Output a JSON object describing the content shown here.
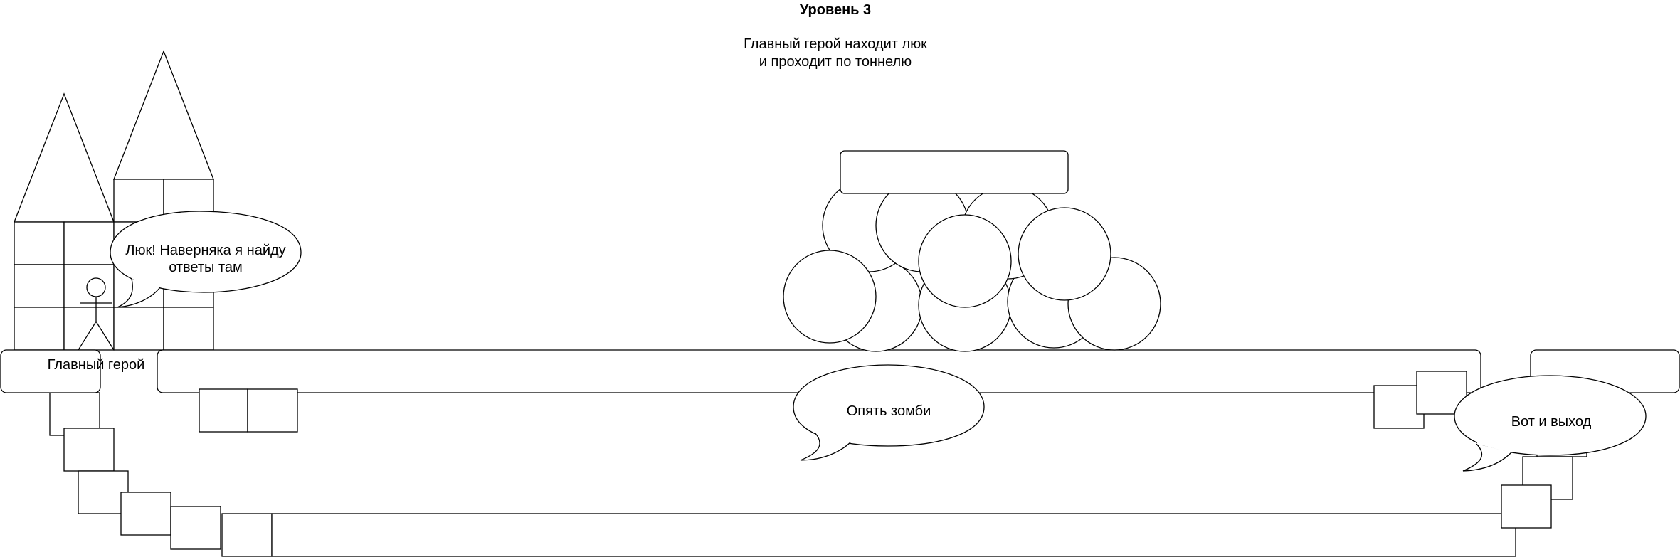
{
  "title": "Уровень 3",
  "description_lines": [
    "Главный герой находит люк",
    "и проходит по тоннелю"
  ],
  "hero_label": "Главный герой",
  "bubbles": {
    "hero_line1": "Люк! Наверняка я найду",
    "hero_line2": "ответы там",
    "zombies": "Опять зомби",
    "exit": "Вот и выход"
  },
  "colors": {
    "stroke": "#000000",
    "fill": "#ffffff"
  }
}
